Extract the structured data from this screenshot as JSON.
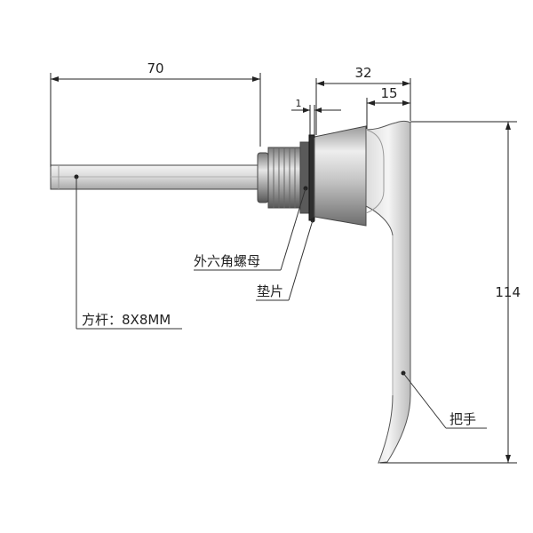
{
  "dimensions": {
    "rod_length": "70",
    "head_length": "32",
    "handle_offset": "15",
    "washer_thickness": "1",
    "handle_height": "114"
  },
  "labels": {
    "hex_nut": "外六角螺母",
    "washer": "垫片",
    "square_rod": "方杆：8X8MM",
    "handle": "把手"
  },
  "colors": {
    "metal_light": "#f2f2f2",
    "metal_mid": "#cfcfcf",
    "metal_dark": "#8c8c8c",
    "line": "#222222"
  }
}
